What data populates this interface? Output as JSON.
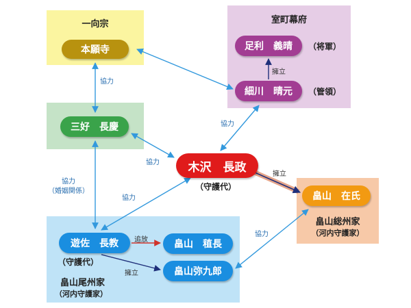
{
  "groups": {
    "ikko": "一向宗",
    "muromachi": "室町幕府",
    "bisyu": "畠山尾州家",
    "bisyu_sub": "（河内守護家）",
    "sosyu": "畠山総州家",
    "sosyu_sub": "（河内守護家）"
  },
  "nodes": {
    "honganji": "本願寺",
    "yoshiharu": "足利　義晴",
    "harumoto": "細川　晴元",
    "nagayoshi": "三好　長慶",
    "nagamasa": "木沢　長政",
    "arieji": "畠山　在氏",
    "nagamori": "遊佐　長教",
    "takanaga": "畠山　稙長",
    "yakuro": "畠山弥九郎"
  },
  "annotations": {
    "yoshiharu_role": "（将軍）",
    "harumoto_role": "（管領）",
    "nagamasa_role": "（守護代）",
    "nagamori_role": "（守護代）"
  },
  "edge_labels": {
    "honganji_nagayoshi": "協力",
    "harumoto_nagamasa": "協力",
    "nagayoshi_nagamasa": "協力",
    "nagayoshi_nagamori_1": "協力",
    "nagayoshi_nagamori_2": "（婚姻関係）",
    "nagamori_nagamasa": "協力",
    "yakuro_arieji": "協力",
    "harumoto_yoshiharu": "擁立",
    "nagamasa_arieji": "擁立",
    "nagamori_takanaga": "追放",
    "nagamori_yakuro": "擁立"
  },
  "colors": {
    "cooperation": "#3399dd",
    "support": "#1f2f7a",
    "expel": "#d0342c",
    "nagamasa_support": "#e5a58a"
  }
}
